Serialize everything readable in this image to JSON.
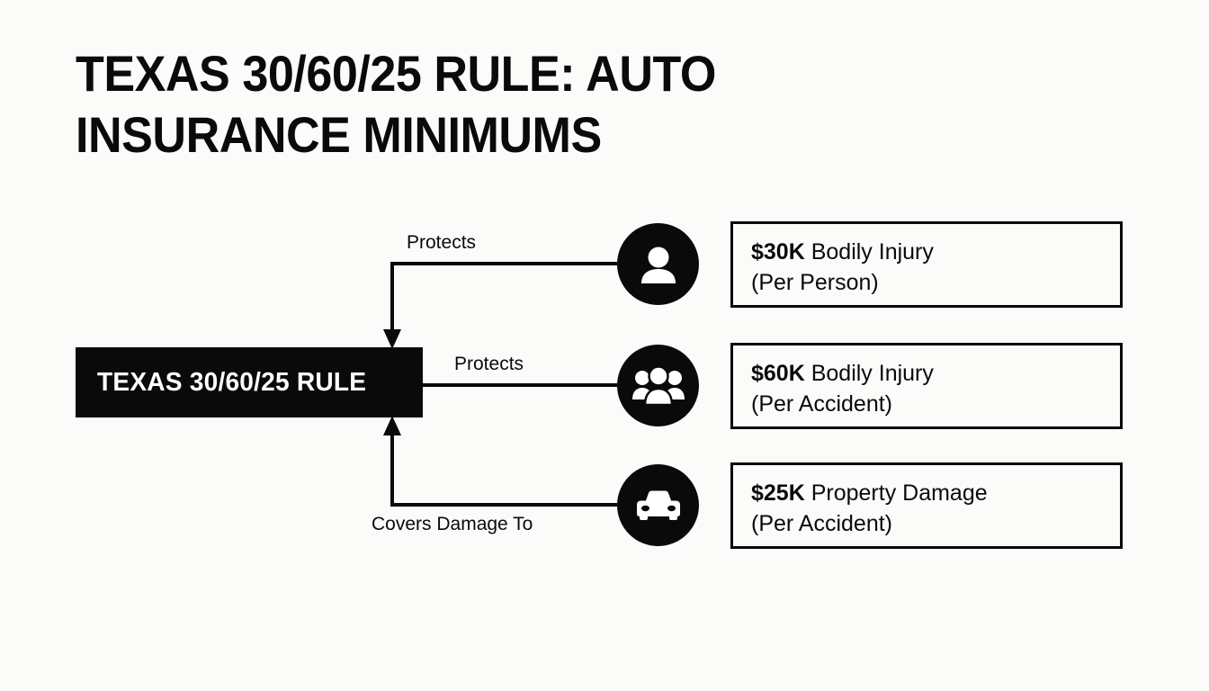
{
  "page": {
    "title": "TEXAS 30/60/25 RULE: AUTO\nINSURANCE MINIMUMS",
    "background_color": "#fbfbfa",
    "ink_color": "#0a0a0a"
  },
  "hub": {
    "label": "TEXAS 30/60/25 RULE",
    "background_color": "#0a0a0a",
    "text_color": "#ffffff"
  },
  "connectors": [
    {
      "id": "top",
      "label": "Protects",
      "from": "person-icon",
      "to": "hub",
      "arrow": "down-into-hub-top"
    },
    {
      "id": "middle",
      "label": "Protects",
      "from": "hub",
      "to": "group-icon",
      "arrow": "none"
    },
    {
      "id": "bottom",
      "label": "Covers Damage To",
      "from": "car-icon",
      "to": "hub",
      "arrow": "up-into-hub-bottom"
    }
  ],
  "rows": [
    {
      "icon": "person-icon",
      "amount": "$30K",
      "coverage": " Bodily Injury",
      "scope": "(Per Person)"
    },
    {
      "icon": "group-icon",
      "amount": "$60K",
      "coverage": " Bodily Injury",
      "scope": "(Per Accident)"
    },
    {
      "icon": "car-icon",
      "amount": "$25K",
      "coverage": " Property Damage",
      "scope": "(Per Accident)"
    }
  ]
}
